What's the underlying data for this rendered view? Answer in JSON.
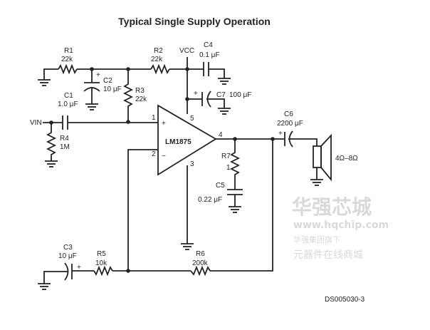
{
  "title": "Typical Single Supply Operation",
  "figure_id": "DS005030-3",
  "ic": {
    "name": "LM1875",
    "pins": {
      "p1": "1",
      "p2": "2",
      "p3": "3",
      "p4": "4",
      "p5": "5"
    },
    "plus": "+",
    "minus": "−"
  },
  "supply": "VCC",
  "input": "VIN",
  "components": {
    "R1": {
      "ref": "R1",
      "value": "22k"
    },
    "R2": {
      "ref": "R2",
      "value": "22k"
    },
    "R3": {
      "ref": "R3",
      "value": "22k"
    },
    "R4": {
      "ref": "R4",
      "value": "1M"
    },
    "R5": {
      "ref": "R5",
      "value": "10k"
    },
    "R6": {
      "ref": "R6",
      "value": "200k"
    },
    "R7": {
      "ref": "R7",
      "value": "1"
    },
    "C1": {
      "ref": "C1",
      "value": "1.0 μF"
    },
    "C2": {
      "ref": "C2",
      "value": "10 μF"
    },
    "C3": {
      "ref": "C3",
      "value": "10 μF"
    },
    "C4": {
      "ref": "C4",
      "value": "0.1 μF"
    },
    "C5": {
      "ref": "C5",
      "value": "0.22 μF"
    },
    "C6": {
      "ref": "C6",
      "value": "2200 μF"
    },
    "C7": {
      "ref": "C7",
      "value": "100 μF"
    },
    "speaker": {
      "value": "4Ω–8Ω"
    }
  },
  "polarity": "+",
  "watermark": {
    "brand": "华强芯城",
    "url": "www.hqchip.com",
    "slogan1": "华强集团旗下",
    "slogan2": "元器件在线商城"
  }
}
